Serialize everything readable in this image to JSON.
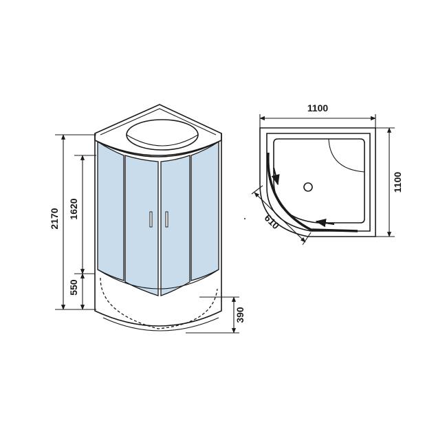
{
  "front_view": {
    "dim_total_height": "2170",
    "dim_glass_height": "1620",
    "dim_base_height": "550",
    "dim_tray_height": "390"
  },
  "plan_view": {
    "dim_width": "1100",
    "dim_depth": "1100",
    "dim_door_opening": "610"
  },
  "colors": {
    "line": "#1a1a1a",
    "glass": "#c9dcec",
    "background": "#ffffff"
  }
}
